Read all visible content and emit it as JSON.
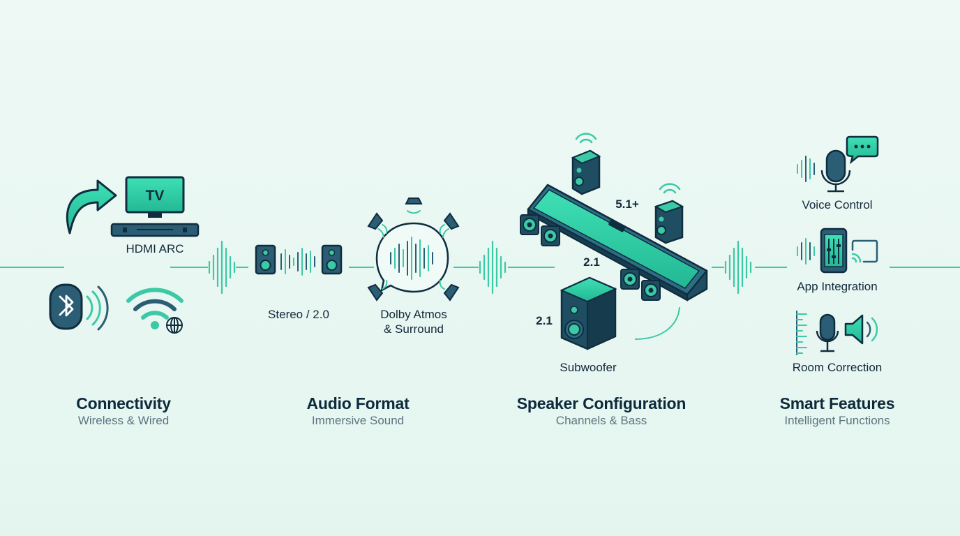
{
  "connectivity": {
    "title": "Connectivity",
    "subtitle": "Wireless & Wired",
    "tv_text": "TV",
    "hdmi_label": "HDMI ARC"
  },
  "audio_format": {
    "title": "Audio Format",
    "subtitle": "Immersive Sound",
    "stereo_label": "Stereo / 2.0",
    "atmos_label": "Dolby Atmos\n& Surround"
  },
  "speaker_config": {
    "title": "Speaker Configuration",
    "subtitle": "Channels & Bass",
    "tag_51": "5.1+",
    "tag_21_bar": "2.1",
    "tag_21_sub": "2.1",
    "subwoofer_label": "Subwoofer"
  },
  "smart_features": {
    "title": "Smart Features",
    "subtitle": "Intelligent Functions",
    "voice_label": "Voice Control",
    "app_label": "App Integration",
    "room_label": "Room Correction"
  },
  "colors": {
    "accent": "#2fd4a8",
    "accent_dark": "#1e8f7e",
    "outline": "#0f2d3e",
    "device_blue": "#2b5d74",
    "line": "#3cc9a5"
  }
}
